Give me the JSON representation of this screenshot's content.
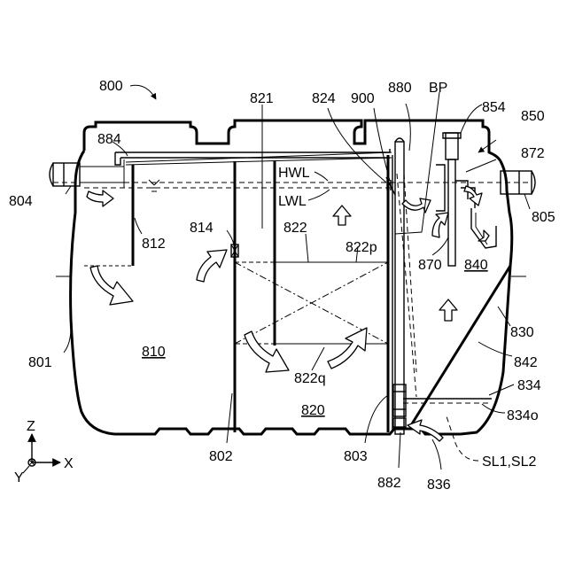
{
  "labels": {
    "l800": "800",
    "l821": "821",
    "l824": "824",
    "l900": "900",
    "l880": "880",
    "lBP": "BP",
    "l854": "854",
    "l850": "850",
    "l884": "884",
    "l872": "872",
    "l804": "804",
    "l805": "805",
    "lHWL": "HWL",
    "lLWL": "LWL",
    "l812": "812",
    "l814": "814",
    "l822": "822",
    "l822p": "822p",
    "l870": "870",
    "l840": "840",
    "l801": "801",
    "l810": "810",
    "l830": "830",
    "l842": "842",
    "l822q": "822q",
    "l834": "834",
    "l820": "820",
    "l834o": "834o",
    "l802": "802",
    "l803": "803",
    "l882": "882",
    "l836": "836",
    "lSL": "SL1,SL2"
  },
  "axes": {
    "z": "Z",
    "x": "X",
    "y": "Y"
  }
}
